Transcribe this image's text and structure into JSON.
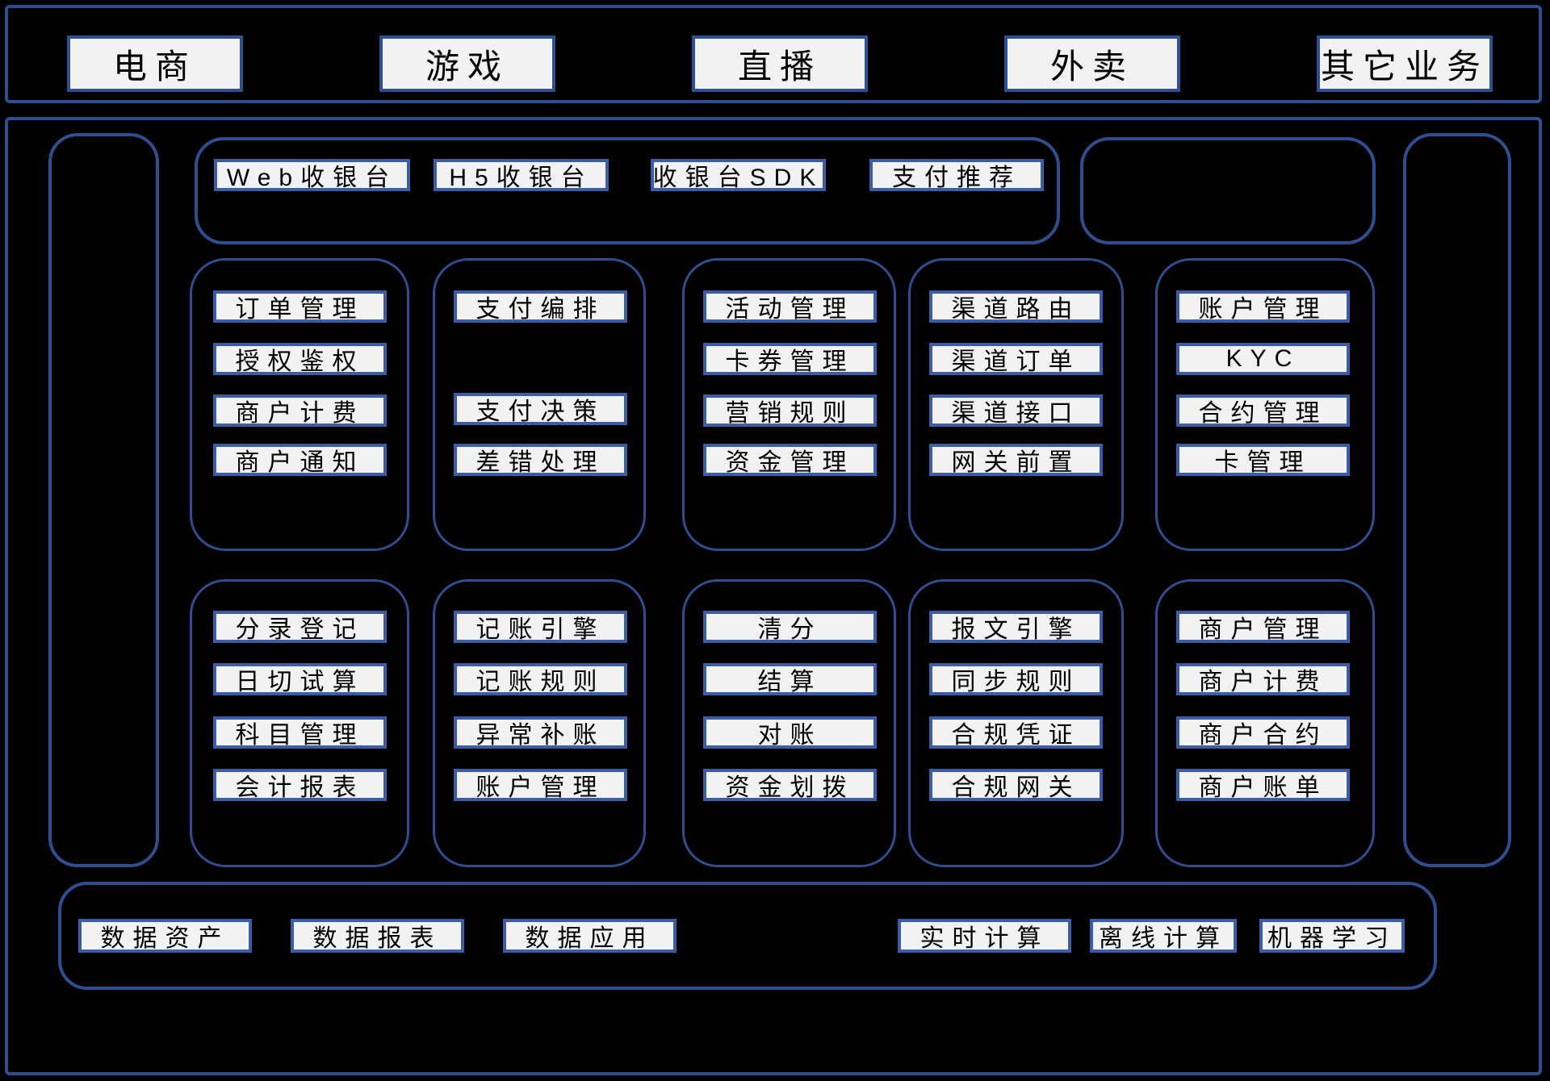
{
  "colors": {
    "background": "#000000",
    "panel_border": "#2e4e8f",
    "box_border": "#3c5ca6",
    "box_fill": "#f2f2f2",
    "text": "#000000"
  },
  "business_bar": {
    "items": [
      "电商",
      "游戏",
      "直播",
      "外卖",
      "其它业务"
    ]
  },
  "checkout": {
    "items": [
      "Web收银台",
      "H5收银台",
      "收银台SDK",
      "支付推荐"
    ]
  },
  "grid": {
    "row1": [
      {
        "items": [
          "订单管理",
          "授权鉴权",
          "商户计费",
          "商户通知"
        ]
      },
      {
        "items": [
          "支付编排",
          "支付决策",
          "差错处理"
        ]
      },
      {
        "items": [
          "活动管理",
          "卡券管理",
          "营销规则",
          "资金管理"
        ]
      },
      {
        "items": [
          "渠道路由",
          "渠道订单",
          "渠道接口",
          "网关前置"
        ]
      },
      {
        "items": [
          "账户管理",
          "KYC",
          "合约管理",
          "卡管理"
        ]
      }
    ],
    "row2": [
      {
        "items": [
          "分录登记",
          "日切试算",
          "科目管理",
          "会计报表"
        ]
      },
      {
        "items": [
          "记账引擎",
          "记账规则",
          "异常补账",
          "账户管理"
        ]
      },
      {
        "items": [
          "清分",
          "结算",
          "对账",
          "资金划拨"
        ]
      },
      {
        "items": [
          "报文引擎",
          "同步规则",
          "合规凭证",
          "合规网关"
        ]
      },
      {
        "items": [
          "商户管理",
          "商户计费",
          "商户合约",
          "商户账单"
        ]
      }
    ]
  },
  "data_bar": {
    "items": [
      "数据资产",
      "数据报表",
      "数据应用",
      "实时计算",
      "离线计算",
      "机器学习"
    ]
  }
}
